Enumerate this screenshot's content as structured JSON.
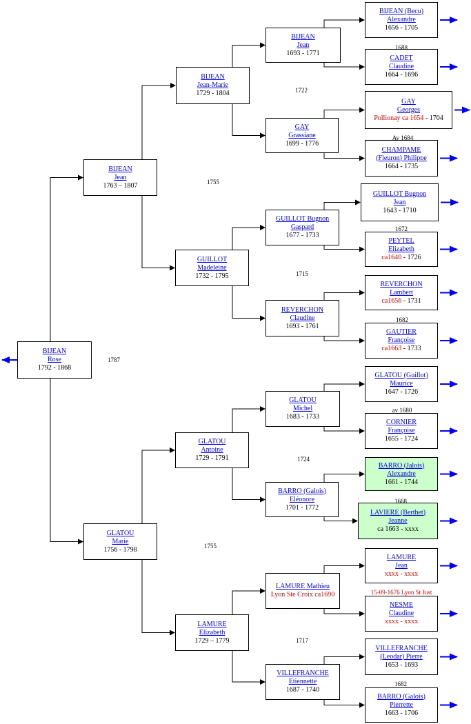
{
  "colors": {
    "link": "#0000ee",
    "arrow": "#0000ee",
    "red_text": "#e00000",
    "highlight": "#ccffcc"
  },
  "persons": [
    {
      "id": "p0",
      "surname": "BIJEAN",
      "given": "Rose",
      "dates": "1792 - 1868"
    },
    {
      "id": "p1",
      "surname": "BIJEAN",
      "given": "Jean",
      "dates": "1763 – 1807"
    },
    {
      "id": "p2",
      "surname": "GLATOU",
      "given": "Marie",
      "dates": "1756 - 1798"
    },
    {
      "id": "p3",
      "surname": "BIJEAN",
      "given": "Jean-Marie",
      "dates": "1729 - 1804"
    },
    {
      "id": "p4",
      "surname": "GUILLOT",
      "given": "Madeleine",
      "dates": "1732 - 1795"
    },
    {
      "id": "p5",
      "surname": "GLATOU",
      "given": "Antoine",
      "dates": "1729 - 1791"
    },
    {
      "id": "p6",
      "surname": "LAMURE",
      "given": "Elizabeth",
      "dates": "1729 – 1779"
    },
    {
      "id": "p7",
      "surname": "BIJEAN",
      "given": "Jean",
      "dates": "1693 - 1771"
    },
    {
      "id": "p8",
      "surname": "GAY",
      "given": "Grassiane",
      "dates": "1699 - 1776"
    },
    {
      "id": "p9",
      "surname": "GUILLOT Bugnon",
      "given": "Gaspard",
      "dates": "1677 - 1733"
    },
    {
      "id": "p10",
      "surname": "REVERCHON",
      "given": "Claudine",
      "dates": "1693 - 1761"
    },
    {
      "id": "p11",
      "surname": "GLATOU",
      "given": "Michel",
      "dates": "1683 - 1733"
    },
    {
      "id": "p12",
      "surname": "BARRO (Galois)",
      "given": "Eléonore",
      "dates": "1701 - 1772"
    },
    {
      "id": "p13",
      "surname": "LAMURE Mathieu",
      "given": "",
      "dates": "",
      "note": "Lyon Ste Croix  ca1690"
    },
    {
      "id": "p14",
      "surname": "VILLEFRANCHE",
      "given": "Etiennette",
      "dates": "1687 - 1740"
    },
    {
      "id": "p15",
      "surname": "BIJEAN (Becu)",
      "given": "Alexandre",
      "dates": "1656 - 1705"
    },
    {
      "id": "p16",
      "surname": "CADET",
      "given": "Claudine",
      "dates": "1664 - 1696"
    },
    {
      "id": "p17",
      "surname": "GAY",
      "given": "Georges",
      "dates": "",
      "note": "Pollionay ca 1654",
      "note_tail": " - 1704"
    },
    {
      "id": "p18",
      "surname": "CHAMPAME",
      "given": "(Fleuron) Philippe",
      "dates": "1664 - 1735"
    },
    {
      "id": "p19",
      "surname": "GUILLOT Bugnon",
      "given": "Jean",
      "dates": "1643 - 1710"
    },
    {
      "id": "p20",
      "surname": "PEYTEL",
      "given": "Elizabeth",
      "dates": "",
      "note": "ca1640",
      "note_tail": " - 1726"
    },
    {
      "id": "p21",
      "surname": "REVERCHON",
      "given": "Lambert",
      "dates": "",
      "note": "ca1656",
      "note_tail": " - 1731"
    },
    {
      "id": "p22",
      "surname": "GAUTIER",
      "given": "Françoise",
      "dates": "",
      "note": "ca1663",
      "note_tail": " - 1733"
    },
    {
      "id": "p23",
      "surname": "GLATOU (Guillot)",
      "given": "Maurice",
      "dates": "1647 - 1726"
    },
    {
      "id": "p24",
      "surname": "CORNIER",
      "given": "Françoise",
      "dates": "1655 - 1724"
    },
    {
      "id": "p25",
      "surname": "BARRO (Jalois)",
      "given": "Alexandre",
      "dates": "1661 - 1744"
    },
    {
      "id": "p26",
      "surname": "LAVIERE (Berthet)",
      "given": "Jeanne",
      "dates": "ca 1663 - xxxx"
    },
    {
      "id": "p27",
      "surname": "LAMURE",
      "given": "Jean",
      "dates": "",
      "note": "xxxx - xxxx"
    },
    {
      "id": "p28",
      "surname": "NESME",
      "given": "Claudine",
      "dates": "",
      "note": "xxxx - xxxx"
    },
    {
      "id": "p29",
      "surname": "VILLEFRANCHE",
      "given": "(Leodar) Pierre",
      "dates": "1653 - 1693"
    },
    {
      "id": "p30",
      "surname": "BARRO (Galois)",
      "given": "Pierrette",
      "dates": "1663 - 1706"
    }
  ],
  "marriages": [
    {
      "id": "m0",
      "text": "1787"
    },
    {
      "id": "m1",
      "text": "1755"
    },
    {
      "id": "m2",
      "text": "1755"
    },
    {
      "id": "m3",
      "text": "1722"
    },
    {
      "id": "m4",
      "text": "1715"
    },
    {
      "id": "m5",
      "text": "1724"
    },
    {
      "id": "m6",
      "text": "1717"
    },
    {
      "id": "m7",
      "text": "1688"
    },
    {
      "id": "m8",
      "text": "Av 1684"
    },
    {
      "id": "m9",
      "text": "1672"
    },
    {
      "id": "m10",
      "text": "1682"
    },
    {
      "id": "m11",
      "text": "av 1680"
    },
    {
      "id": "m12",
      "text": "1668"
    },
    {
      "id": "m13",
      "text": "15-09-1676 Lyon St Just",
      "red": true
    },
    {
      "id": "m14",
      "text": "1682"
    }
  ]
}
